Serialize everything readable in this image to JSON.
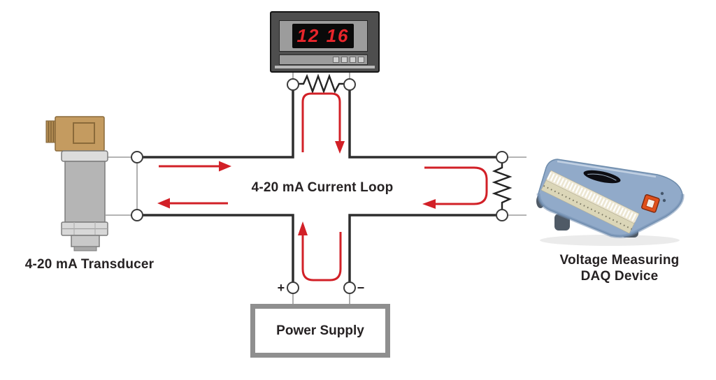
{
  "diagram": {
    "loop_label": "4-20 mA Current Loop",
    "transducer_label": "4-20 mA Transducer",
    "daq_label_line1": "Voltage Measuring",
    "daq_label_line2": "DAQ Device",
    "power_supply_label": "Power Supply",
    "positive_terminal": "+",
    "negative_terminal": "−",
    "meter_reading": "12 16"
  },
  "colors": {
    "wire_thick": "#2e2e2e",
    "wire_thin": "#9b9b9b",
    "arrow_red": "#d22027",
    "led_red": "#e8252b",
    "meter_case": "#4e4e4e",
    "meter_bezel": "#9c9c9c",
    "transducer_brass": "#c49b60",
    "transducer_body": "#b5b5b5",
    "daq_blue": "#91aac9",
    "daq_terminal_strip": "#dbd6b8",
    "usb_orange": "#e0511c",
    "power_supply_border": "#8f8f8f",
    "label_text": "#262223"
  }
}
